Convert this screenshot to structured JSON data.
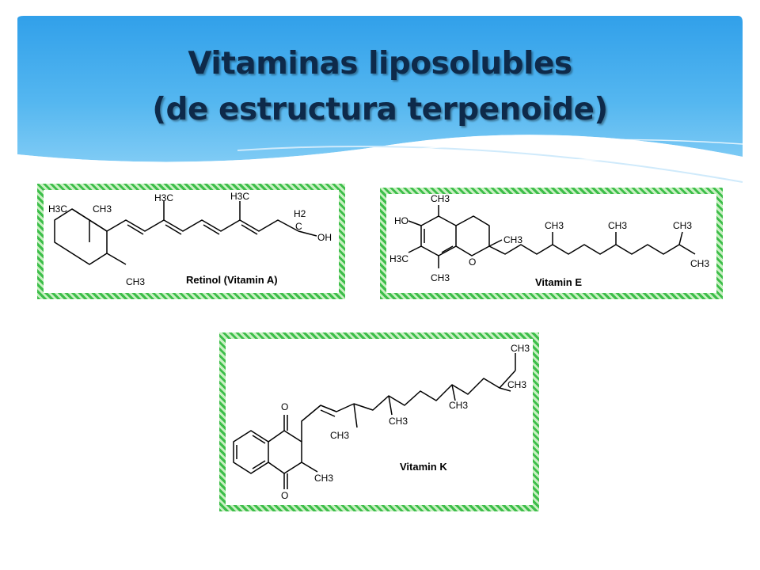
{
  "slide": {
    "title_line1": "Vitaminas liposolubles",
    "title_line2": "(de estructura terpenoide)",
    "accent_color": "#3aa3e8",
    "border_color": "#3dbe4a"
  },
  "structures": {
    "vitamin_a": {
      "name": "Retinol (Vitamin A)",
      "labels": {
        "h3c_ring": "H3C",
        "ch3_ring": "CH3",
        "ch3_ring_low": "CH3",
        "h3c_chain1": "H3C",
        "h3c_chain2": "H3C",
        "h2": "H2",
        "c": "C",
        "oh": "OH"
      }
    },
    "vitamin_e": {
      "name": "Vitamin E",
      "labels": {
        "ho": "HO",
        "ch3_top": "CH3",
        "h3c_left": "H3C",
        "ch3_bottom": "CH3",
        "o": "O",
        "ch3_stereo": "CH3",
        "ch3_1": "CH3",
        "ch3_2": "CH3",
        "ch3_3": "CH3",
        "ch3_end": "CH3"
      }
    },
    "vitamin_k": {
      "name": "Vitamin K",
      "labels": {
        "o_top": "O",
        "o_bottom": "O",
        "ch3_ring": "CH3",
        "ch3_1": "CH3",
        "ch3_2": "CH3",
        "ch3_3": "CH3",
        "ch3_4": "CH3",
        "ch3_5": "CH3"
      }
    }
  }
}
